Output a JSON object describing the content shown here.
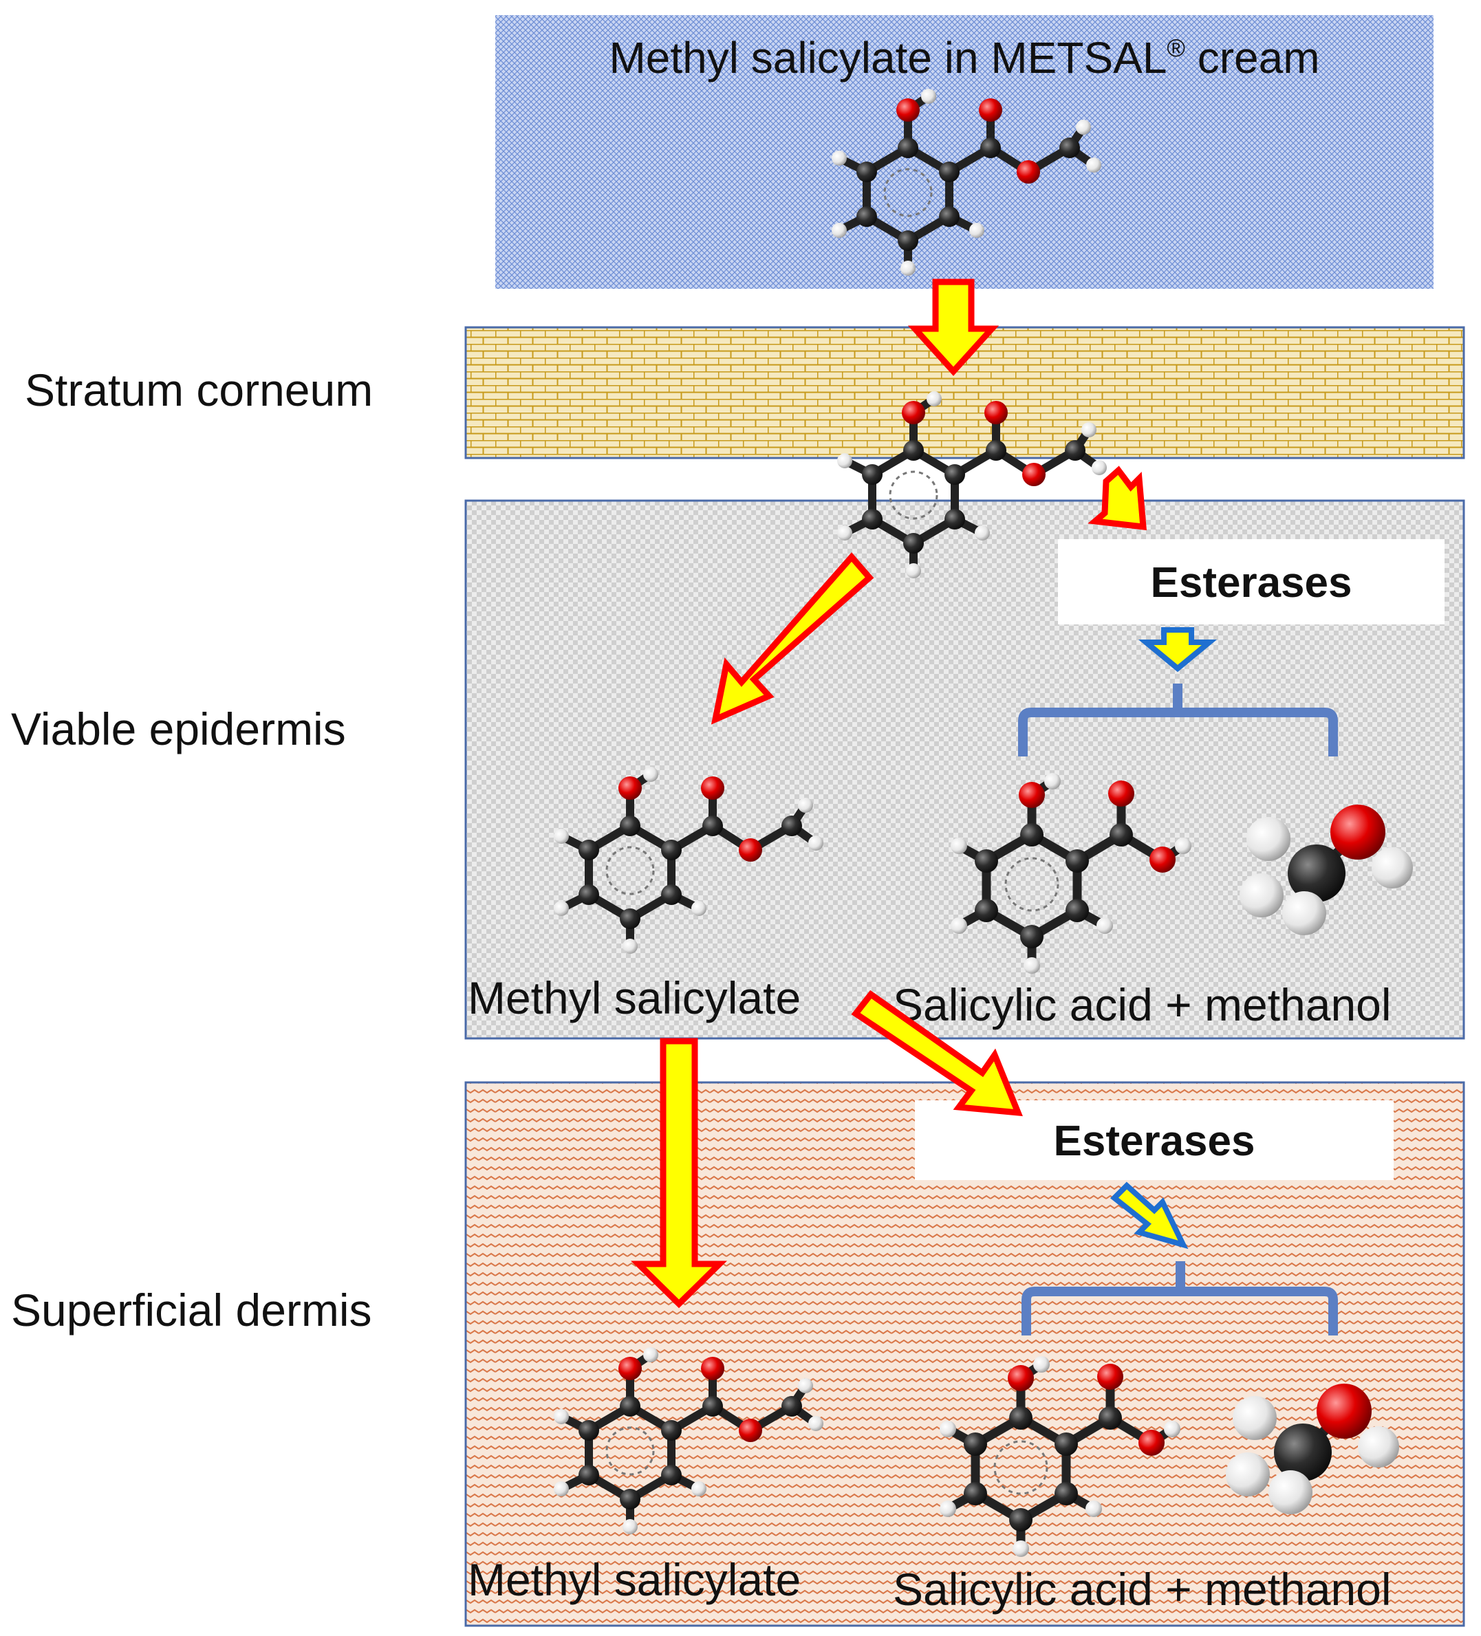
{
  "cream": {
    "title_pre": "Methyl salicylate in METSAL",
    "title_sup": "®",
    "title_post": " cream"
  },
  "layers": {
    "stratum_corneum": "Stratum corneum",
    "viable_epidermis": "Viable epidermis",
    "superficial_dermis": "Superficial dermis"
  },
  "epidermis": {
    "enzyme": "Esterases",
    "parent_label": "Methyl salicylate",
    "products_label": "Salicylic acid + methanol"
  },
  "dermis": {
    "enzyme": "Esterases",
    "parent_label": "Methyl salicylate",
    "products_label": "Salicylic acid + methanol"
  },
  "colors": {
    "cream_fill": "#b9c8ec",
    "brick_fill": "#f3e6b8",
    "brick_line": "#c79a1c",
    "epidermis_fill": "#e0e0e0",
    "dermis_fill": "#f6e2d3",
    "dermis_wave": "#d9784a",
    "box_border": "#4a6aa8",
    "arrow_fill": "#ffff00",
    "arrow_outline_red": "#ff0000",
    "arrow_outline_blue": "#1f6fd0",
    "bracket": "#5b7fc4",
    "carbon": "#2a2a2a",
    "oxygen": "#e00000",
    "hydrogen": "#f2f2f2"
  }
}
